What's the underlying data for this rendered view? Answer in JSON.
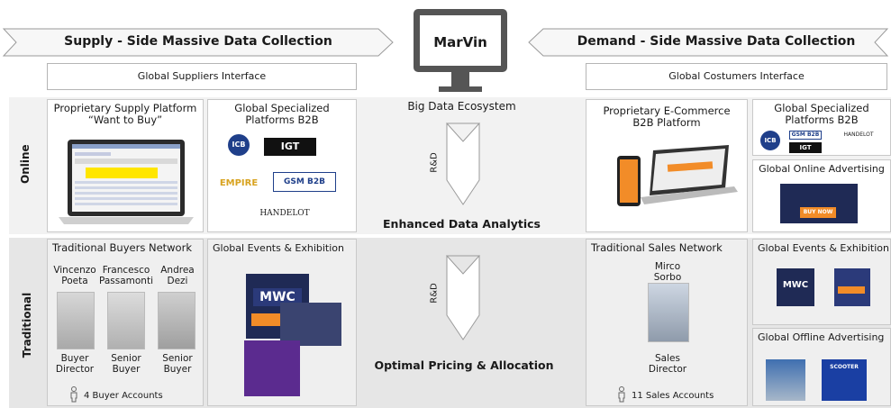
{
  "header": {
    "supply_title": "Supply - Side Massive Data Collection",
    "center_title": "MarVin",
    "demand_title": "Demand - Side Massive Data Collection"
  },
  "interfaces": {
    "suppliers": "Global Suppliers Interface",
    "customers": "Global Costumers Interface"
  },
  "rows": {
    "online": "Online",
    "traditional": "Traditional"
  },
  "online": {
    "supply_platform_title": "Proprietary Supply Platform\n“Want to Buy”",
    "b2b_left_title": "Global Specialized\nPlatforms B2B",
    "b2b_left_logos": [
      "ICB",
      "IGT",
      "EMPIRE",
      "GSM B2B",
      "HANDELOT"
    ],
    "big_data": "Big Data Ecosystem",
    "rnd_top": "R&D",
    "enhanced": "Enhanced Data Analytics",
    "ecommerce_title": "Proprietary E-Commerce\nB2B Platform",
    "b2b_right_title": "Global Specialized\nPlatforms B2B",
    "b2b_right_logos": [
      "ICB",
      "GSM B2B",
      "HANDELOT",
      "IGT"
    ],
    "advertising_title": "Global Online Advertising",
    "advertising_button": "BUY NOW"
  },
  "traditional": {
    "buyers_network_title": "Traditional Buyers Network",
    "buyers": [
      {
        "name": "Vincenzo\nPoeta",
        "role": "Buyer\nDirector"
      },
      {
        "name": "Francesco\nPassamonti",
        "role": "Senior\nBuyer"
      },
      {
        "name": "Andrea\nDezi",
        "role": "Senior\nBuyer"
      }
    ],
    "buyer_accounts": "4 Buyer Accounts",
    "events_left_title": "Global Events & Exhibition",
    "events_left_logo": "MWC",
    "rnd_bottom": "R&D",
    "optimal": "Optimal Pricing & Allocation",
    "sales_network_title": "Traditional Sales Network",
    "sales_person": {
      "name": "Mirco\nSorbo",
      "role": "Sales\nDirector"
    },
    "sales_accounts": "11 Sales Accounts",
    "events_right_title": "Global Events & Exhibition",
    "events_right_logo": "MWC",
    "offline_title": "Global Offline Advertising",
    "offline_label": "SCOOTER"
  },
  "colors": {
    "orange": "#f28c28",
    "dark_blue": "#1f2a55",
    "purple": "#5b2b8f",
    "monitor": "#555555"
  }
}
